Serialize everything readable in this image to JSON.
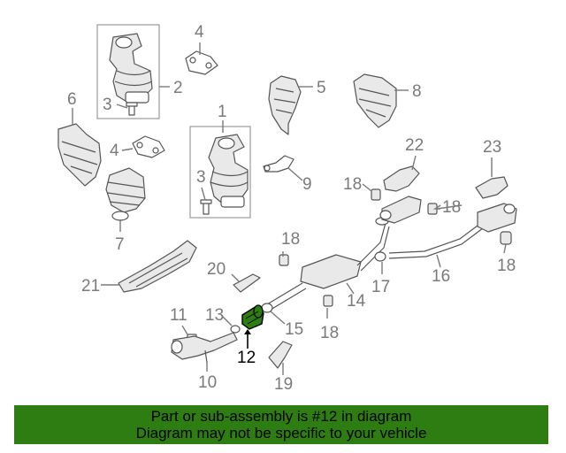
{
  "callouts": {
    "c1": "1",
    "c2": "2",
    "c3a": "3",
    "c3b": "3",
    "c4a": "4",
    "c4b": "4",
    "c5": "5",
    "c6": "6",
    "c7": "7",
    "c8": "8",
    "c9": "9",
    "c10": "10",
    "c11": "11",
    "c12": "12",
    "c13": "13",
    "c14": "14",
    "c15": "15",
    "c16": "16",
    "c17": "17",
    "c18a": "18",
    "c18b": "18",
    "c18c": "18",
    "c18d": "18",
    "c18e": "18",
    "c19": "19",
    "c20": "20",
    "c21": "21",
    "c22": "22",
    "c23": "23"
  },
  "highlight": {
    "part_number": "12",
    "color": "#2e7d12"
  },
  "footer": {
    "line1": "Part or sub-assembly is #12 in diagram",
    "line2": "Diagram may not be specific to your vehicle"
  }
}
